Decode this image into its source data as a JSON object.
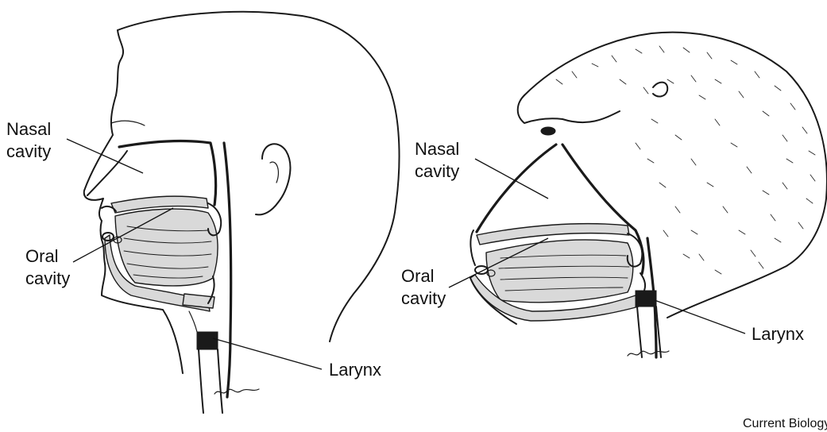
{
  "human": {
    "nasal_label_line1": "Nasal",
    "nasal_label_line2": "cavity",
    "oral_label_line1": "Oral",
    "oral_label_line2": "cavity",
    "larynx_label": "Larynx"
  },
  "chimp": {
    "nasal_label_line1": "Nasal",
    "nasal_label_line2": "cavity",
    "oral_label_line1": "Oral",
    "oral_label_line2": "cavity",
    "larynx_label": "Larynx"
  },
  "credit": "Current Biology"
}
